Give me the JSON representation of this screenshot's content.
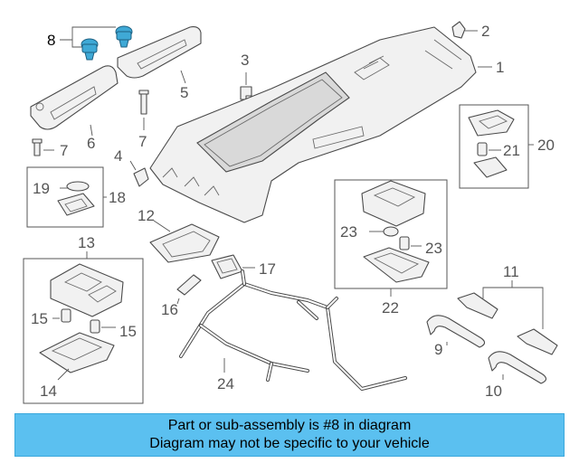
{
  "callouts": {
    "p1": "1",
    "p2": "2",
    "p3": "3",
    "p4": "4",
    "p5": "5",
    "p6": "6",
    "p7a": "7",
    "p7b": "7",
    "p8": "8",
    "p9": "9",
    "p10": "10",
    "p11": "11",
    "p12": "12",
    "p13": "13",
    "p14": "14",
    "p15a": "15",
    "p15b": "15",
    "p16": "16",
    "p17": "17",
    "p18": "18",
    "p19": "19",
    "p20": "20",
    "p21": "21",
    "p22": "22",
    "p23a": "23",
    "p23b": "23",
    "p24": "24"
  },
  "highlight": {
    "part": "8",
    "color": "#3fa9d6"
  },
  "banner": {
    "line1": "Part or sub-assembly is #8 in diagram",
    "line2": "Diagram may not be specific to your vehicle",
    "color": "#5bc0f0"
  }
}
